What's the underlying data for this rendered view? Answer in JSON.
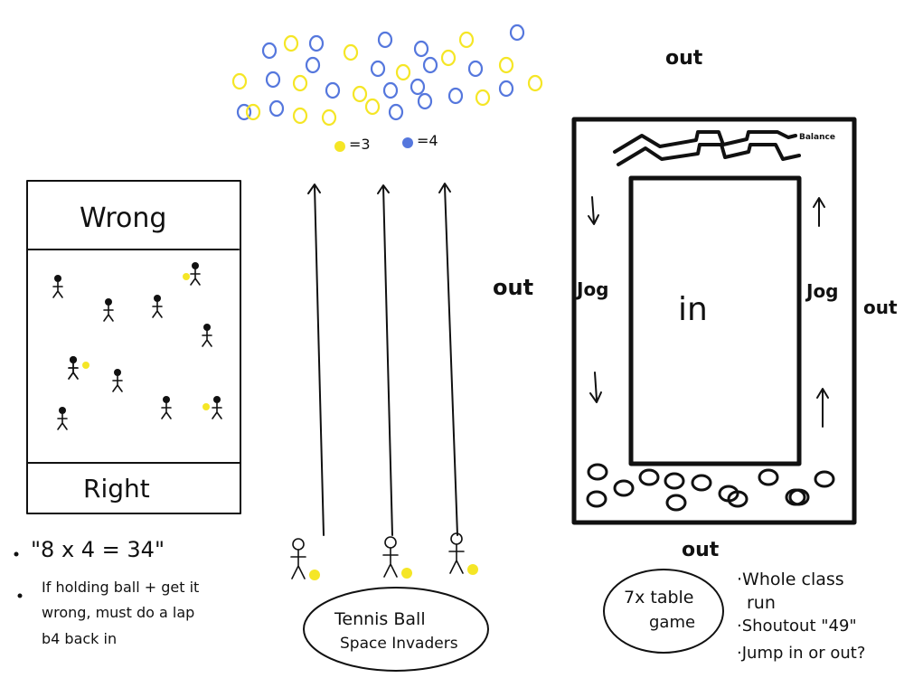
{
  "panel1": {
    "wrong_label": "Wrong",
    "right_label": "Right",
    "notes": [
      "\"8 x 4 = 34\"",
      "If holding ball + get it",
      "wrong, must do a lap",
      "b4 back in"
    ],
    "colors": {
      "ball": "#f5e626"
    }
  },
  "panel2": {
    "legend": [
      {
        "value": "=3",
        "color": "#f5e626"
      },
      {
        "value": "=4",
        "color": "#5577dd"
      }
    ],
    "title_line1": "Tennis Ball",
    "title_line2": "Space Invaders"
  },
  "panel3": {
    "balance_label": "Balance",
    "jog_left": "Jog",
    "jog_right": "Jog",
    "in_label": "in",
    "out_top": "out",
    "out_left": "out",
    "out_right": "out",
    "out_bottom": "out",
    "game_line1": "7x table",
    "game_line2": "game",
    "notes": [
      "·Whole class",
      "run",
      "·Shoutout \"49\"",
      "·Jump in or out?"
    ]
  }
}
